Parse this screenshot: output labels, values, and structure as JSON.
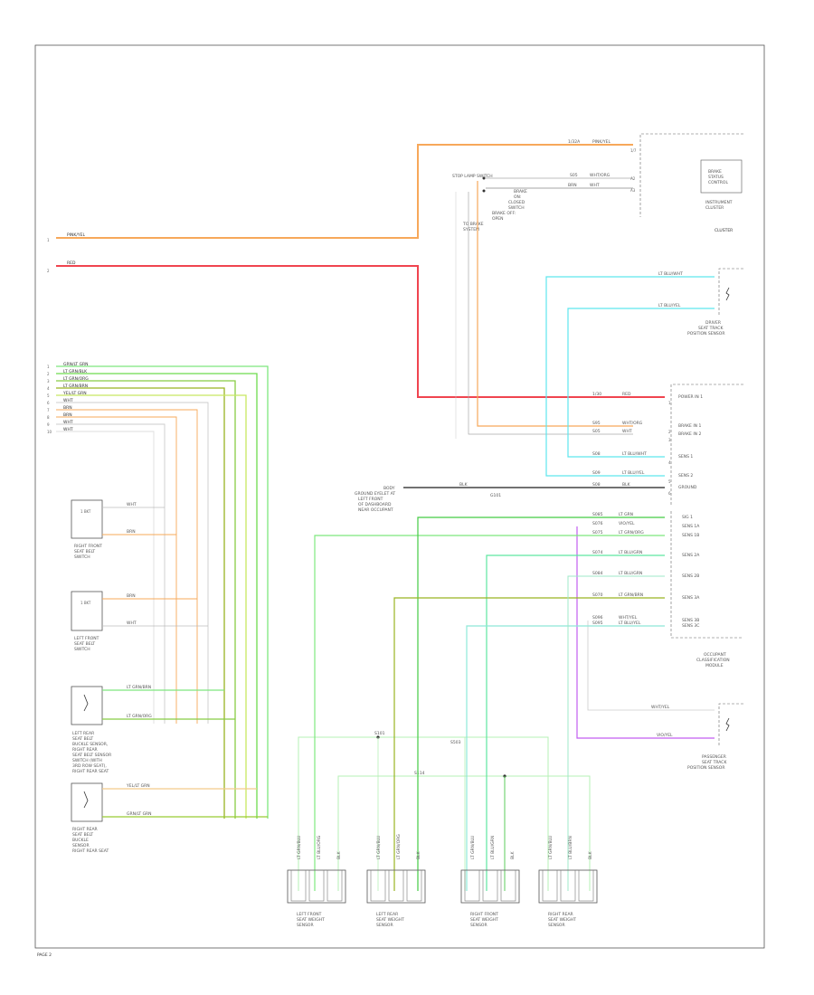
{
  "colors": {
    "orange": "#f7a85a",
    "red": "#f0444f",
    "lightgreen": "#7ee87e",
    "green": "#44cc44",
    "olive": "#99b322",
    "tan": "#f3c98a",
    "cyan": "#5ee6ee",
    "violet": "#c25ef0",
    "gray": "#888888",
    "frame": "#555555"
  },
  "page_tag": "PAGE 2",
  "power": {
    "num_1": "1",
    "num_2": "2",
    "wire_orange": "PINK/YEL",
    "wire_red": "RED"
  },
  "cluster": {
    "top_wire_a": "1/32A",
    "top_wire_b": "PINK/YEL",
    "pin_a": "1/7",
    "pin_b": "A2",
    "pin_c": "A3",
    "switch_label": "STOP LAMP SWITCH",
    "brake_lines": [
      "BRAKE",
      "ON:",
      "CLOSED",
      "SWITCH",
      "BRAKE OFF:",
      "OPEN",
      "TO BRAKE",
      "SYSTEM"
    ],
    "wire_1a": "S05",
    "wire_1b": "WHT/ORG",
    "wire_2a": "BRN",
    "wire_2b": "WHT",
    "box_lines": [
      "BRAKE",
      "STATUS",
      "CONTROL"
    ],
    "side_lines": [
      "INSTRUMENT",
      "CLUSTER"
    ],
    "title": "CLUSTER"
  },
  "rear_sensor": {
    "wire_1": "LT BLU/WHT",
    "wire_2": "LT BLU/YEL",
    "label_lines": [
      "DRIVER",
      "SEAT TRACK",
      "POSITION SENSOR"
    ]
  },
  "rcm_upper": {
    "rows": [
      {
        "a": "1/30",
        "b": "RED",
        "c": "POWER IN 1"
      },
      {
        "a": "S95",
        "b": "WHT/ORG",
        "c": "BRAKE IN 1"
      },
      {
        "a": "S05",
        "b": "WHT",
        "c": "BRAKE IN 2"
      },
      {
        "a": "S08",
        "b": "LT BLU/WHT",
        "c": "SENS 1"
      },
      {
        "a": "S09",
        "b": "LT BLU/YEL",
        "c": "SENS 2"
      },
      {
        "a": "S08",
        "b": "BLK",
        "c": "GROUND"
      }
    ],
    "ground_wire": "BLK",
    "ground_node": "G101",
    "ground_lines": [
      "BODY",
      "GROUND EYELET AT",
      "LEFT FRONT",
      "OF DASHBOARD",
      "NEAR OCCUPANT"
    ]
  },
  "rcm_lower": {
    "rows": [
      {
        "a": "S085",
        "b": "LT GRN",
        "c": "SIG 1"
      },
      {
        "a": "S076",
        "b": "VIO/YEL",
        "c": "SENS 1A"
      },
      {
        "a": "S075",
        "b": "LT GRN/ORG",
        "c": "SENS 1B"
      },
      {
        "a": "S074",
        "b": "LT BLU/GRN",
        "c": "SENS 2A"
      },
      {
        "a": "S084",
        "b": "LT BLU/GRN",
        "c": "SENS 2B"
      },
      {
        "a": "S070",
        "b": "LT GRN/BRN",
        "c": "SENS 3A"
      },
      {
        "a": "S096",
        "b": "WHT/YEL",
        "c": "SENS 3B"
      },
      {
        "a": "S095",
        "b": "LT BLU/YEL",
        "c": "SENS 3C"
      }
    ],
    "label_lines": [
      "OCCUPANT",
      "CLASSIFICATION",
      "MODULE"
    ]
  },
  "pass_sensor": {
    "wire_1": "WHT/YEL",
    "wire_2": "VIO/YEL",
    "label_lines": [
      "PASSENGER",
      "SEAT TRACK",
      "POSITION SENSOR"
    ]
  },
  "left_bundle": {
    "pin_nums": [
      "1",
      "2",
      "3",
      "4",
      "5",
      "6",
      "7",
      "8",
      "9",
      "10"
    ],
    "wires": [
      "GRN/LT GRN",
      "LT GRN/BLK",
      "LT GRN/ORG",
      "LT GRN/BRN",
      "YEL/LT GRN",
      "WHT",
      "BRN",
      "BRN",
      "WHT",
      "WHT"
    ]
  },
  "switches": [
    {
      "w1": "WHT",
      "w2": "BRN",
      "label": [
        "RIGHT FRONT",
        "SEAT BELT",
        "SWITCH"
      ]
    },
    {
      "w1": "BRN",
      "w2": "WHT",
      "label": [
        "LEFT FRONT",
        "SEAT BELT",
        "SWITCH"
      ]
    }
  ],
  "rear_buckles": [
    {
      "w1": "LT GRN/BRN",
      "w2": "LT GRN/ORG",
      "label": [
        "LEFT REAR",
        "SEAT BELT",
        "BUCKLE SENSOR,",
        "RIGHT REAR",
        "SEAT BELT SENSOR",
        "SWITCH (WITH",
        "3RD ROW SEAT),",
        "RIGHT REAR SEAT"
      ]
    },
    {
      "w1": "YEL/LT GRN",
      "w2": "GRN/LT GRN",
      "label": [
        "RIGHT REAR",
        "SEAT BELT",
        "BUCKLE",
        "SENSOR",
        "RIGHT REAR SEAT"
      ]
    }
  ],
  "seat_sensors": {
    "splice_a": "S101",
    "splice_b": "S114",
    "splice_c": "S503",
    "units": [
      {
        "wires": [
          "LT GRN/BLU",
          "LT BLU/ORG",
          "BLK"
        ],
        "label": [
          "LEFT FRONT",
          "SEAT WEIGHT",
          "SENSOR"
        ]
      },
      {
        "wires": [
          "LT GRN/BLU",
          "LT GRN/ORG",
          "BLK"
        ],
        "label": [
          "LEFT REAR",
          "SEAT WEIGHT",
          "SENSOR"
        ]
      },
      {
        "wires": [
          "LT GRN/BLU",
          "LT BLU/GRN",
          "BLK"
        ],
        "label": [
          "RIGHT FRONT",
          "SEAT WEIGHT",
          "SENSOR"
        ]
      },
      {
        "wires": [
          "LT GRN/BLU",
          "LT BLU/BRN",
          "BLK"
        ],
        "label": [
          "RIGHT REAR",
          "SEAT WEIGHT",
          "SENSOR"
        ]
      }
    ]
  }
}
